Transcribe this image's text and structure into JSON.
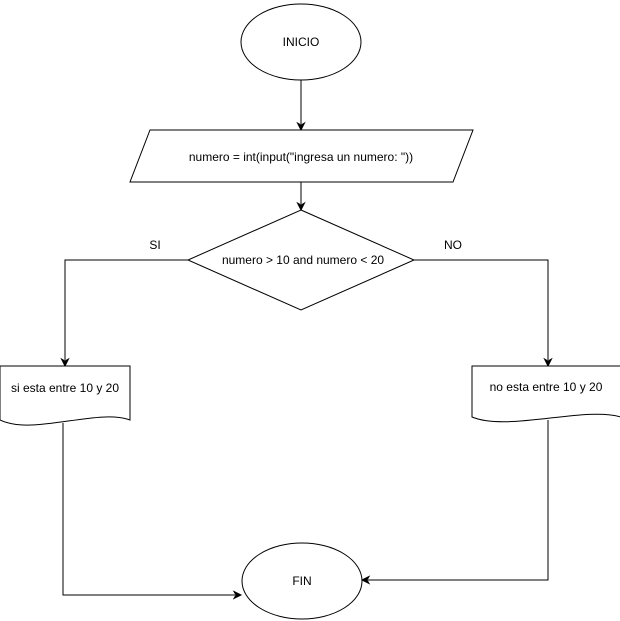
{
  "diagram": {
    "start": {
      "label": "INICIO"
    },
    "input": {
      "label": "numero = int(input(\"ingresa un numero: \"))"
    },
    "decision": {
      "label": "numero > 10 and numero < 20",
      "yes_label": "SI",
      "no_label": "NO"
    },
    "yes_output": {
      "label": "si esta entre 10 y 20"
    },
    "no_output": {
      "label": "no esta entre 10 y 20"
    },
    "end": {
      "label": "FIN"
    }
  }
}
